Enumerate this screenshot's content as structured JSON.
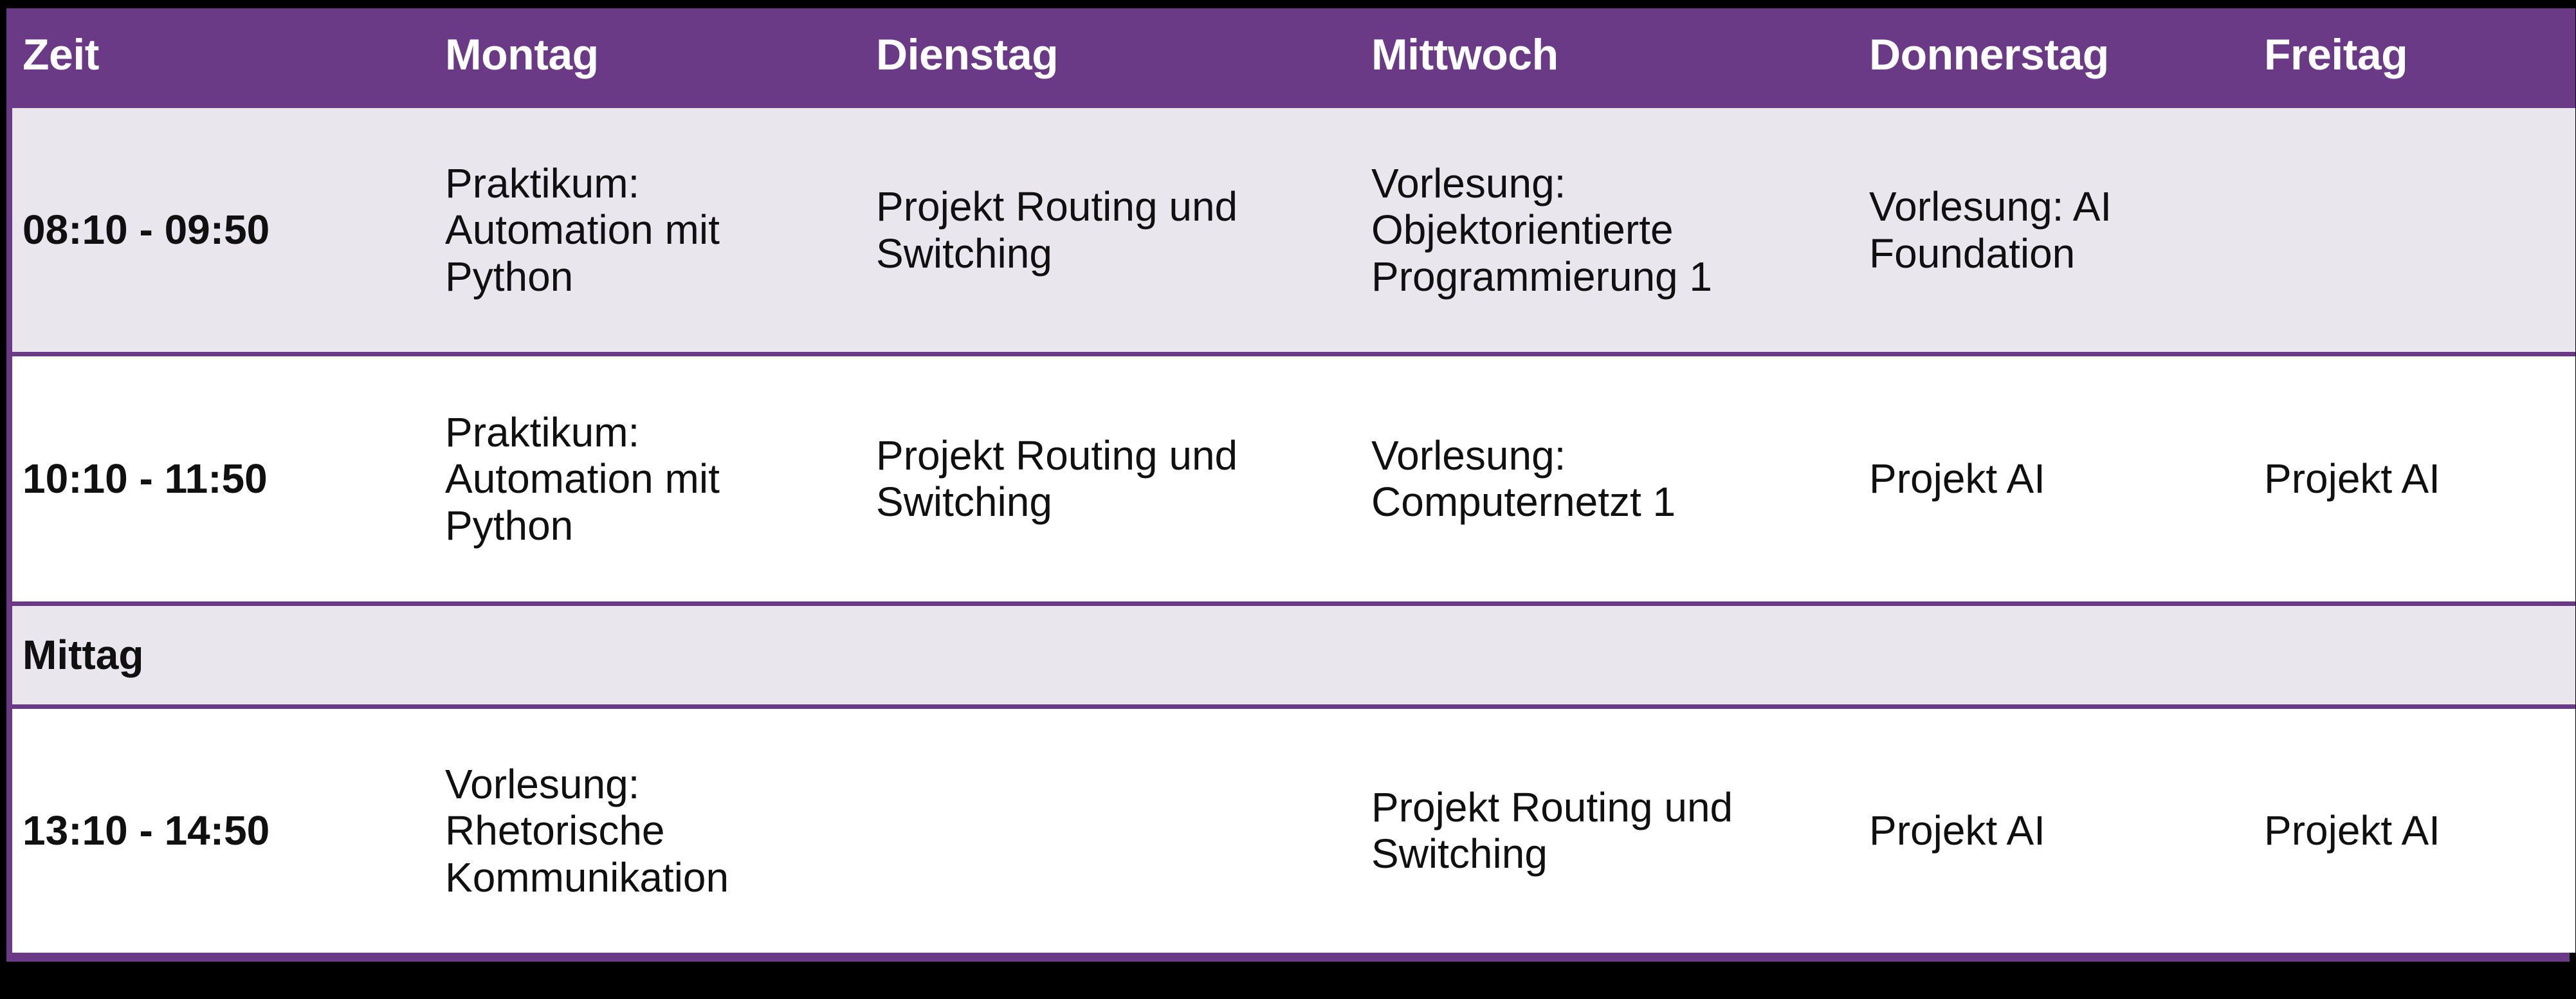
{
  "table": {
    "accent_purple": "#6B3A86",
    "shaded_row_bg": "#E9E6EE",
    "plain_row_bg": "#FFFFFF",
    "header_text_color": "#FFFFFF",
    "body_text_color": "#101010",
    "headers": [
      "Zeit",
      "Montag",
      "Dienstag",
      "Mittwoch",
      "Donnerstag",
      "Freitag"
    ],
    "rows": [
      {
        "kind": "slot",
        "shaded": true,
        "time": "08:10 - 09:50",
        "montag": "Praktikum: Automation mit Python",
        "dienstag": "Projekt Routing und Switching",
        "mittwoch": "Vorlesung: Objektorientierte Programmierung 1",
        "donnerstag": "Vorlesung: AI Foundation",
        "freitag": ""
      },
      {
        "kind": "slot",
        "shaded": false,
        "time": "10:10 - 11:50",
        "montag": "Praktikum: Automation mit Python",
        "dienstag": "Projekt Routing und Switching",
        "mittwoch": "Vorlesung: Computernetzt 1",
        "donnerstag": "Projekt AI",
        "freitag": "Projekt AI"
      },
      {
        "kind": "break",
        "shaded": true,
        "label": "Mittag"
      },
      {
        "kind": "slot",
        "shaded": false,
        "time": "13:10 - 14:50",
        "montag": "Vorlesung: Rhetorische Kommunikation",
        "dienstag": "",
        "mittwoch": "Projekt Routing und Switching",
        "donnerstag": "Projekt AI",
        "freitag": "Projekt AI"
      }
    ]
  }
}
